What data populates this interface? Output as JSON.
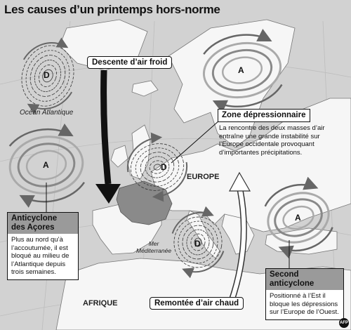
{
  "title": "Les causes d’un printemps hors-norme",
  "labels": {
    "descente": "Descente d’air froid",
    "remontee": "Remontée d’air chaud",
    "ocean": "Océan Atlantique",
    "europe": "EUROPE",
    "afrique": "AFRIQUE",
    "mer_line1": "Mer",
    "mer_line2": "Méditerranée"
  },
  "pressure_systems": [
    {
      "id": "D1",
      "letter": "D",
      "type": "depression"
    },
    {
      "id": "D2",
      "letter": "D",
      "type": "depression"
    },
    {
      "id": "D3",
      "letter": "D",
      "type": "depression"
    },
    {
      "id": "A1",
      "letter": "A",
      "type": "anticyclone"
    },
    {
      "id": "A2",
      "letter": "A",
      "type": "anticyclone"
    },
    {
      "id": "A3",
      "letter": "A",
      "type": "anticyclone"
    }
  ],
  "boxes": {
    "zone": {
      "title": "Zone dépressionnaire",
      "text": "La rencontre des deux masses d’air entraîne une grande instabilité sur l’Europe occidentale provoquant d’importantes précipitations."
    },
    "acores": {
      "title_line1": "Anticyclone",
      "title_line2": "des Açores",
      "text": "Plus au nord qu’à l’accoutumée, il est bloqué au milieu de l’Atlantique depuis trois semaines."
    },
    "second": {
      "title_line1": "Second",
      "title_line2": "anticyclone",
      "text": "Positionné à l’Est il bloque les dépressions sur l’Europe de l’Ouest."
    }
  },
  "colors": {
    "sea": "#d2d2d2",
    "land": "#f6f6f6",
    "france": "#8a8a8a",
    "box_header": "#9a9a9a"
  },
  "logo": "AFP"
}
